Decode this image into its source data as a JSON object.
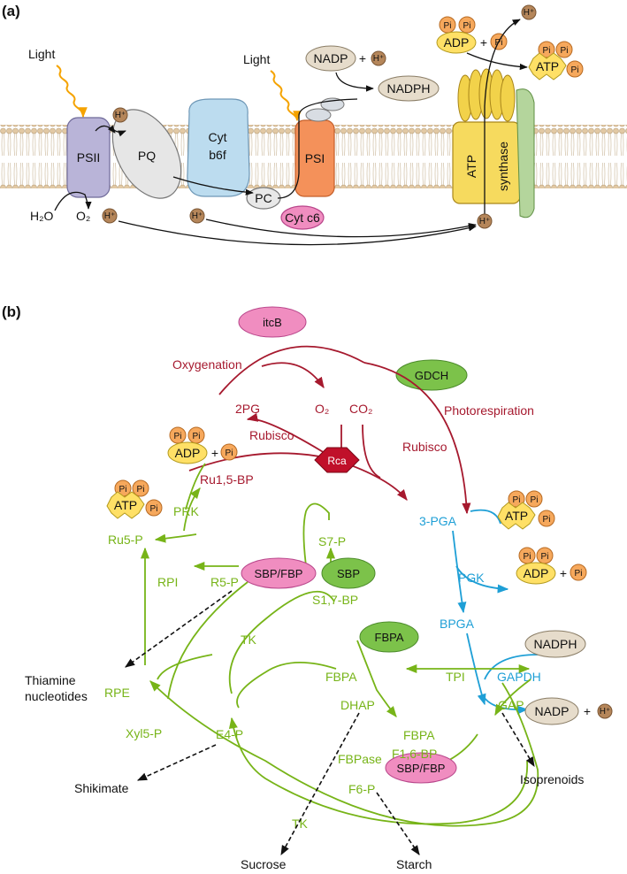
{
  "panel_a": {
    "label": "(a)",
    "light_1": "Light",
    "light_2": "Light",
    "psii": "PSII",
    "pq": "PQ",
    "cyt_line1": "Cyt",
    "cyt_line2": "b6f",
    "pc": "PC",
    "psi": "PSI",
    "cyt_c6": "Cyt c6",
    "atp_synthase_1": "ATP",
    "atp_synthase_2": "synthase",
    "nadp": "NADP",
    "nadph": "NADPH",
    "plus": "+",
    "h": "H⁺",
    "h2o": "H₂O",
    "o2": "O₂",
    "adp": "ADP",
    "atp": "ATP",
    "pi": "Pi"
  },
  "panel_b": {
    "label": "(b)",
    "itcb": "itcB",
    "gdch": "GDCH",
    "oxygenation": "Oxygenation",
    "photorespiration": "Photorespiration",
    "pg2": "2PG",
    "o2": "O₂",
    "co2": "CO₂",
    "rubisco_1": "Rubisco",
    "rubisco_2": "Rubisco",
    "rca": "Rca",
    "ru15bp": "Ru1,5-BP",
    "pga3": "3-PGA",
    "prk": "PRK",
    "pgk": "PGK",
    "bpga": "BPGA",
    "gapdh": "GAPDH",
    "nadph": "NADPH",
    "nadp": "NADP",
    "adp": "ADP",
    "atp": "ATP",
    "pi": "Pi",
    "plus": "+",
    "h": "H⁺",
    "ru5p": "Ru5-P",
    "rpi": "RPI",
    "r5p": "R5-P",
    "rpe": "RPE",
    "tk1": "TK",
    "tk2": "TK",
    "xyl5p": "Xyl5-P",
    "e4p": "E4-P",
    "s7p": "S7-P",
    "s17bp": "S1,7-BP",
    "sbpfbp_1": "SBP/FBP",
    "sbpfbp_2": "SBP/FBP",
    "sbp": "SBP",
    "fbpa_enz": "FBPA",
    "fbpa_1": "FBPA",
    "fbpa_2": "FBPA",
    "dhap": "DHAP",
    "tpi": "TPI",
    "gap": "GAP",
    "f16bp": "F1,6-BP",
    "fbpase": "FBPase",
    "f6p": "F6-P",
    "thiamine_1": "Thiamine",
    "thiamine_2": "nucleotides",
    "shikimate": "Shikimate",
    "isoprenoids": "Isoprenoids",
    "sucrose": "Sucrose",
    "starch": "Starch"
  },
  "colors": {
    "red": "#a6192e",
    "green": "#77b418",
    "blue": "#1e9fd6",
    "pink": "#f08dc0",
    "green_enzyme": "#7cc24a",
    "adp_yellow": "#ffe066",
    "pi_orange": "#f6a85c",
    "nadp_tan": "#e6dccb",
    "psii": "#b9b4d8",
    "cyt": "#bcdcef",
    "psi": "#f4915a",
    "h_brown": "#b5865a"
  }
}
